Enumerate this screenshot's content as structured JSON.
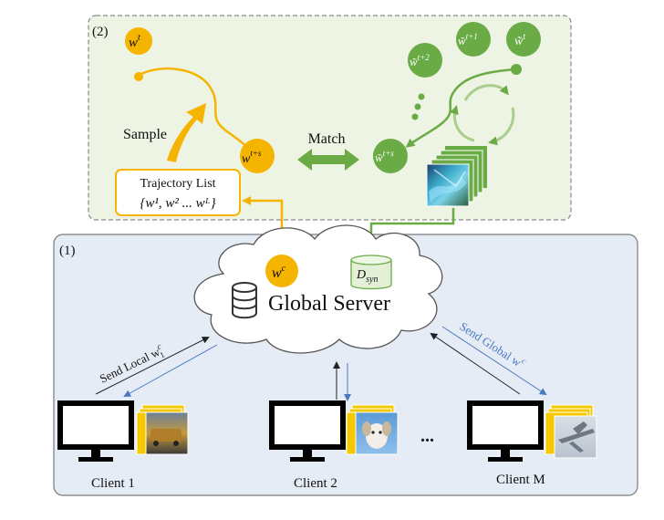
{
  "panels": {
    "top_label": "(2)",
    "bottom_label": "(1)"
  },
  "trajectory": {
    "start_weight": "w",
    "start_sup": "t",
    "end_weight": "w",
    "end_sup": "t+s",
    "sample_label": "Sample",
    "list_title": "Trajectory List",
    "list_content": "{w¹, w² ... wᴸ}"
  },
  "synthetic": {
    "w_t_base": "w̃",
    "w_t_sup": "t",
    "w_t1_base": "w̃",
    "w_t1_sup": "t+1",
    "w_t2_base": "w̃",
    "w_t2_sup": "t+2",
    "w_ts_base": "w̃",
    "w_ts_sup": "t+s"
  },
  "match_label": "Match",
  "server": {
    "title": "Global Server",
    "wc_base": "w",
    "wc_sup": "c",
    "dsyn_base": "D",
    "dsyn_sub": "syn"
  },
  "arrows": {
    "send_local_base": "Send Local w",
    "send_local_sup": "c",
    "send_local_sub": "1",
    "send_global_base": "Send Global w",
    "send_global_sup": "c"
  },
  "clients": [
    {
      "label": "Client 1"
    },
    {
      "label": "Client 2"
    },
    {
      "label": "Client M"
    }
  ],
  "ellipsis": "...",
  "colors": {
    "orange": "#f5b400",
    "green": "#6aab46",
    "panel_green_bg": "#eef4e3",
    "panel_blue_bg": "#e6ecf5",
    "blue_arrow": "#4a78c0"
  }
}
